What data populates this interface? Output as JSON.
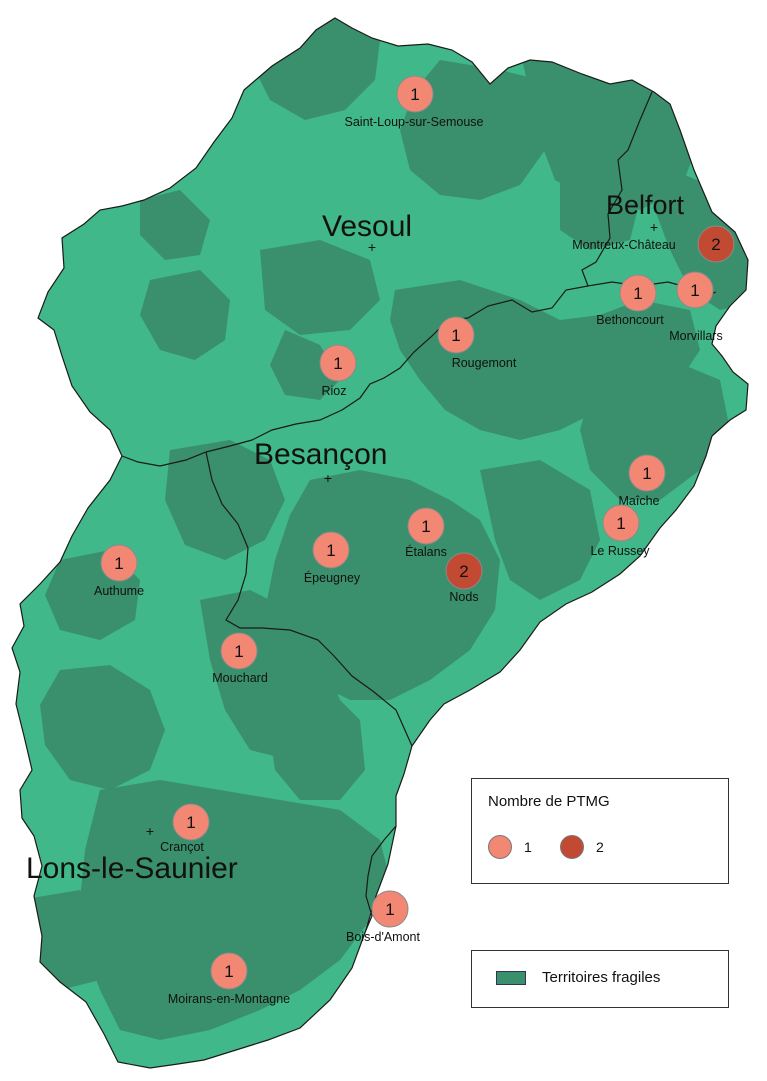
{
  "colors": {
    "territory": "#41b88a",
    "fragile": "#3a8f6c",
    "border": "#1a1a1a",
    "marker_1": "#f28873",
    "marker_2": "#c24a33"
  },
  "cities": [
    {
      "name": "Vesoul"
    },
    {
      "name": "Belfort"
    },
    {
      "name": "Besançon"
    },
    {
      "name": "Lons-le-Saunier"
    }
  ],
  "ptmg_sites": [
    {
      "name": "Saint-Loup-sur-Semouse",
      "count": "1"
    },
    {
      "name": "Montreux-Château",
      "count": "2"
    },
    {
      "name": "Bethoncourt",
      "count": "1"
    },
    {
      "name": "Morvillars",
      "count": "1"
    },
    {
      "name": "Rougemont",
      "count": "1"
    },
    {
      "name": "Rioz",
      "count": "1"
    },
    {
      "name": "Maîche",
      "count": "1"
    },
    {
      "name": "Le Russey",
      "count": "1"
    },
    {
      "name": "Étalans",
      "count": "1"
    },
    {
      "name": "Nods",
      "count": "2"
    },
    {
      "name": "Épeugney",
      "count": "1"
    },
    {
      "name": "Authume",
      "count": "1"
    },
    {
      "name": "Mouchard",
      "count": "1"
    },
    {
      "name": "Crançot",
      "count": "1"
    },
    {
      "name": "Bois-d'Amont",
      "count": "1"
    },
    {
      "name": "Moirans-en-Montagne",
      "count": "1"
    }
  ],
  "legend": {
    "title": "Nombre de PTMG",
    "items": [
      {
        "label": "1",
        "color": "#f28873"
      },
      {
        "label": "2",
        "color": "#c24a33"
      }
    ],
    "fragile_label": "Territoires fragiles"
  }
}
